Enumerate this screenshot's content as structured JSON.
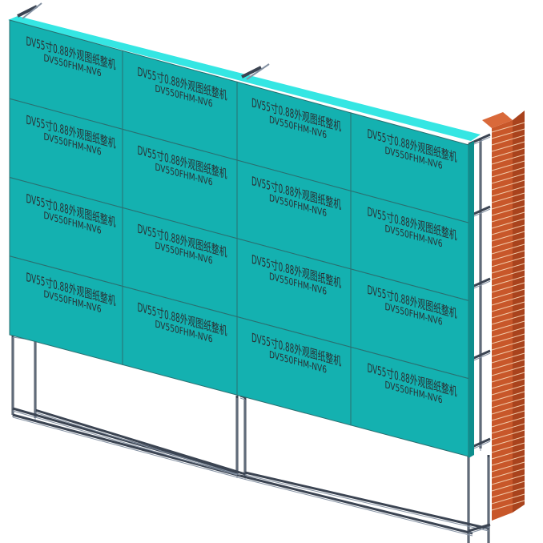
{
  "drawing": {
    "panel_rows": 4,
    "panel_cols": 4,
    "panel_title": "DV55寸0.88外观图纸整机",
    "panel_model": "DV550FHM-NV6",
    "colors": {
      "panel": "#14b1b0",
      "panel_top": "#35e6e3",
      "frame": "#3b4452",
      "brick": "#c8572a",
      "mortar": "#f1c9a8"
    }
  }
}
